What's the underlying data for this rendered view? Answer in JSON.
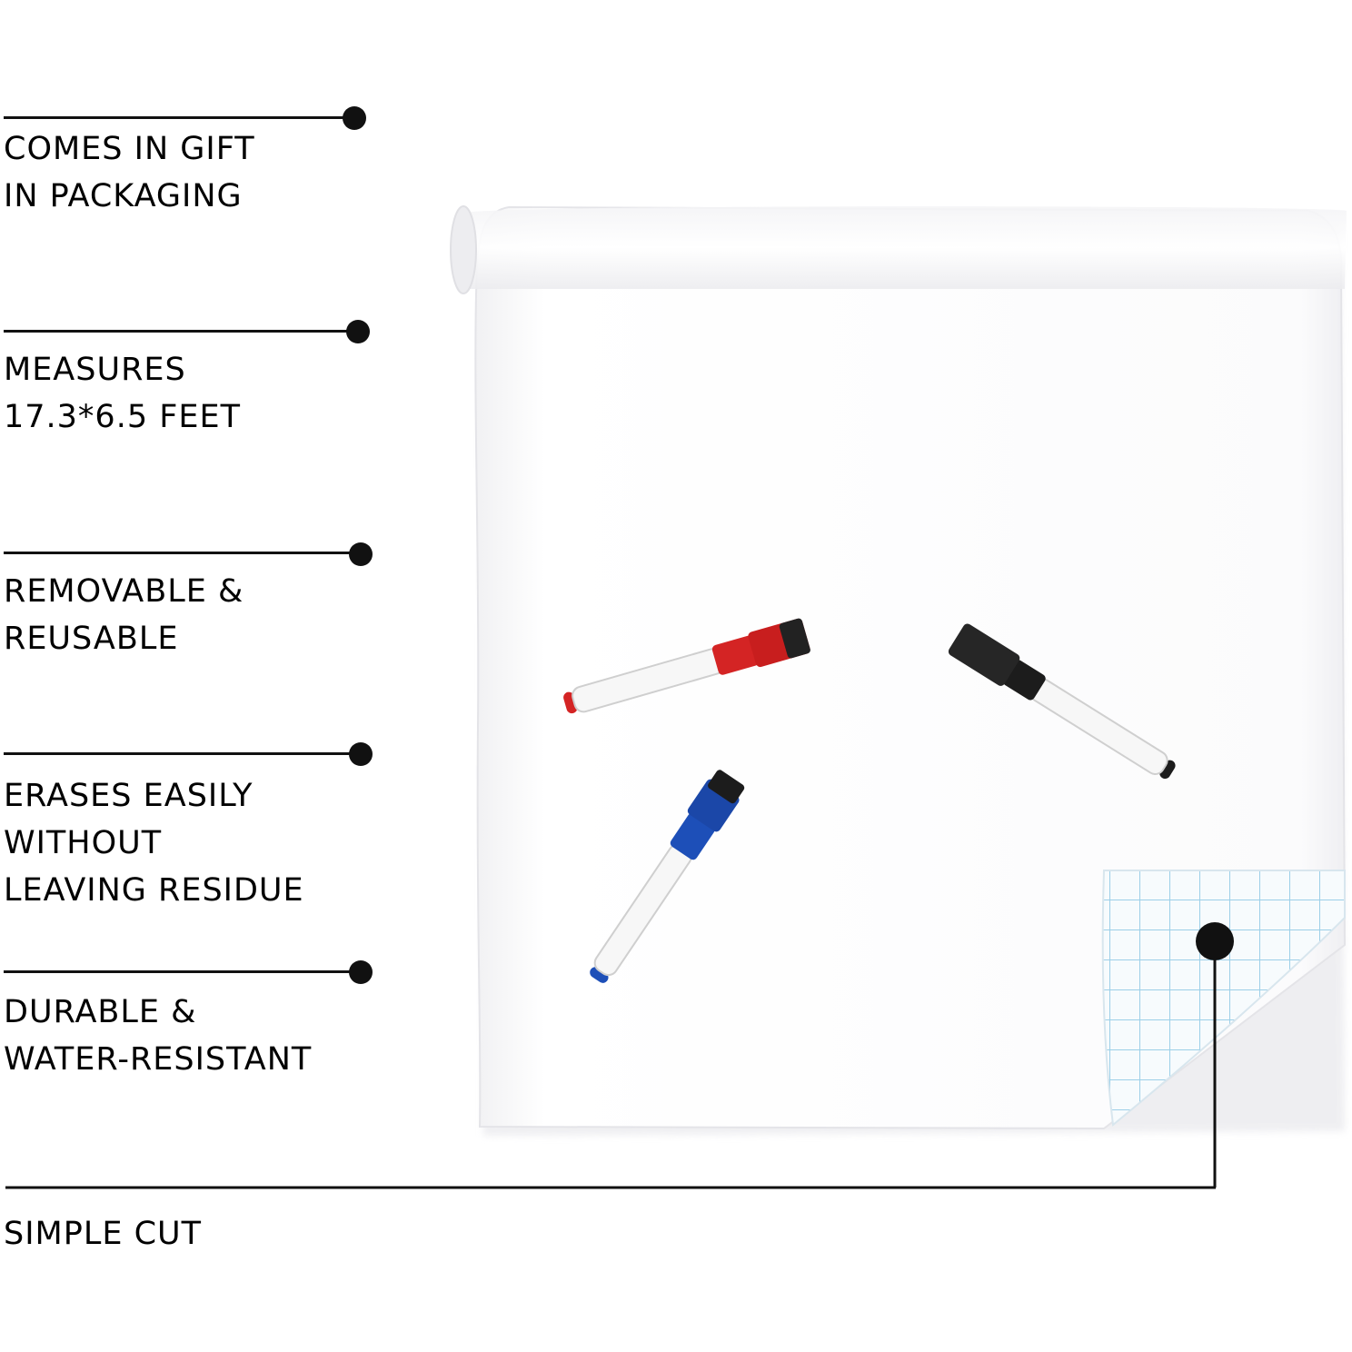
{
  "features": [
    {
      "id": "gift",
      "lines": [
        "COMES IN GIFT",
        "IN PACKAGING"
      ]
    },
    {
      "id": "measures",
      "lines": [
        "MEASURES",
        "17.3*6.5 FEET"
      ]
    },
    {
      "id": "removable",
      "lines": [
        "REMOVABLE &",
        "REUSABLE"
      ]
    },
    {
      "id": "erases",
      "lines": [
        "ERASES EASILY",
        "WITHOUT",
        "LEAVING RESIDUE"
      ]
    },
    {
      "id": "durable",
      "lines": [
        "DURABLE &",
        "WATER-RESISTANT"
      ]
    }
  ],
  "bottom_callout": {
    "lines": [
      "SIMPLE CUT"
    ]
  },
  "colors": {
    "text": "#1a1a1a",
    "line": "#111111",
    "grid": "#9ccfe8",
    "marker_red": "#d42424",
    "marker_black": "#1c1c1c",
    "marker_blue": "#1d4fb8"
  },
  "icons": [
    "whiteboard-roll-image",
    "red-marker-icon",
    "black-marker-icon",
    "blue-marker-icon",
    "grid-backing-icon"
  ]
}
